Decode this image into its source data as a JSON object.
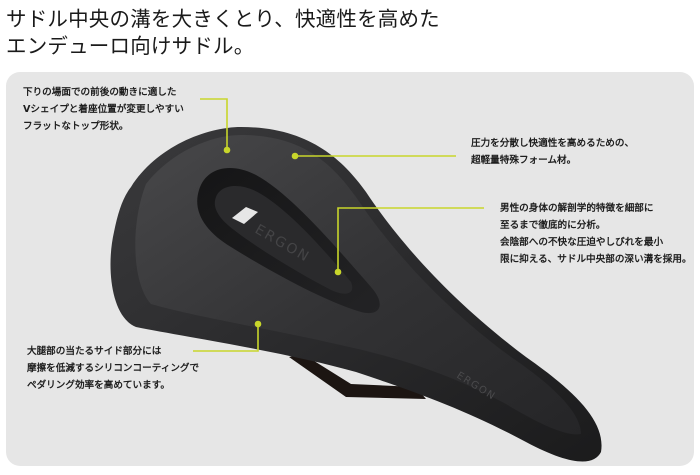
{
  "headline": {
    "line1": "サドル中央の溝を大きくとり、快適性を高めた",
    "line2": "エンデューロ向けサドル。"
  },
  "callouts": {
    "top_left": {
      "lines": [
        "下りの場面での前後の動きに適した",
        "Vシェイプと着座位置が変更しやすい",
        "フラットなトップ形状。"
      ]
    },
    "top_right": {
      "lines": [
        "圧力を分散し快適性を高めるための、",
        "超軽量特殊フォーム材。"
      ]
    },
    "middle_right": {
      "lines": [
        "男性の身体の解剖学的特徴を細部に",
        "至るまで徹底的に分析。",
        "会陰部への不快な圧迫やしびれを最小",
        "限に抑える、サドル中央部の深い溝を採用。"
      ]
    },
    "bottom_left": {
      "lines": [
        "大腿部の当たるサイド部分には",
        "摩擦を低減するシリコンコーティングで",
        "ペダリング効率を高めています。"
      ]
    }
  },
  "product": {
    "brand_mark": "ERGON",
    "accent_color": "#c8d62b",
    "panel_color": "#e6e6e6",
    "saddle_color": "#2b2b2d"
  }
}
